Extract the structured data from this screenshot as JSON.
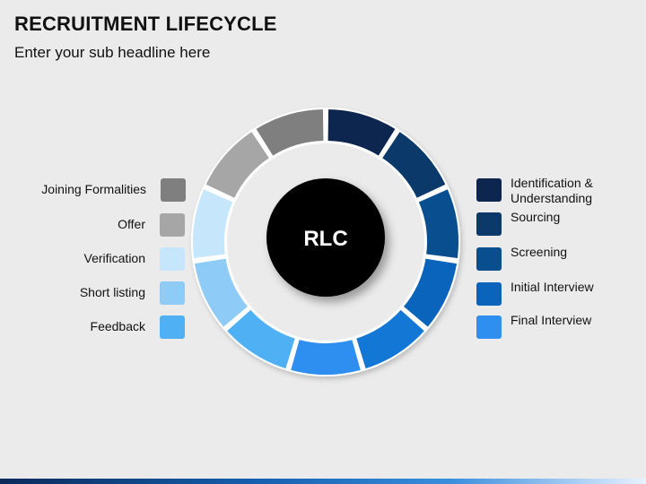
{
  "header": {
    "title": "RECRUITMENT LIFECYCLE",
    "subtitle": "Enter your sub headline here"
  },
  "center": {
    "label": "RLC"
  },
  "stages_right": [
    {
      "label": "Identification & Understanding",
      "color": "#0c2650"
    },
    {
      "label": "Sourcing",
      "color": "#0b3a6a"
    },
    {
      "label": "Screening",
      "color": "#094f8f"
    },
    {
      "label": "Initial Interview",
      "color": "#0b64bb"
    },
    {
      "label": "Final Interview",
      "color": "#2f8ff0"
    }
  ],
  "stages_left": [
    {
      "label": "Joining Formalities",
      "color": "#7f7f7f"
    },
    {
      "label": "Offer",
      "color": "#a6a6a6"
    },
    {
      "label": "Verification",
      "color": "#c6e6fb"
    },
    {
      "label": "Short listing",
      "color": "#8ecbf7"
    },
    {
      "label": "Feedback",
      "color": "#4fb1f3"
    }
  ],
  "ring_colors": [
    "#0c2650",
    "#0b3a6a",
    "#094f8f",
    "#0b64bb",
    "#1377d5",
    "#2f8ff0",
    "#4fb1f3",
    "#8ecbf7",
    "#c6e6fb",
    "#a6a6a6",
    "#7f7f7f"
  ]
}
